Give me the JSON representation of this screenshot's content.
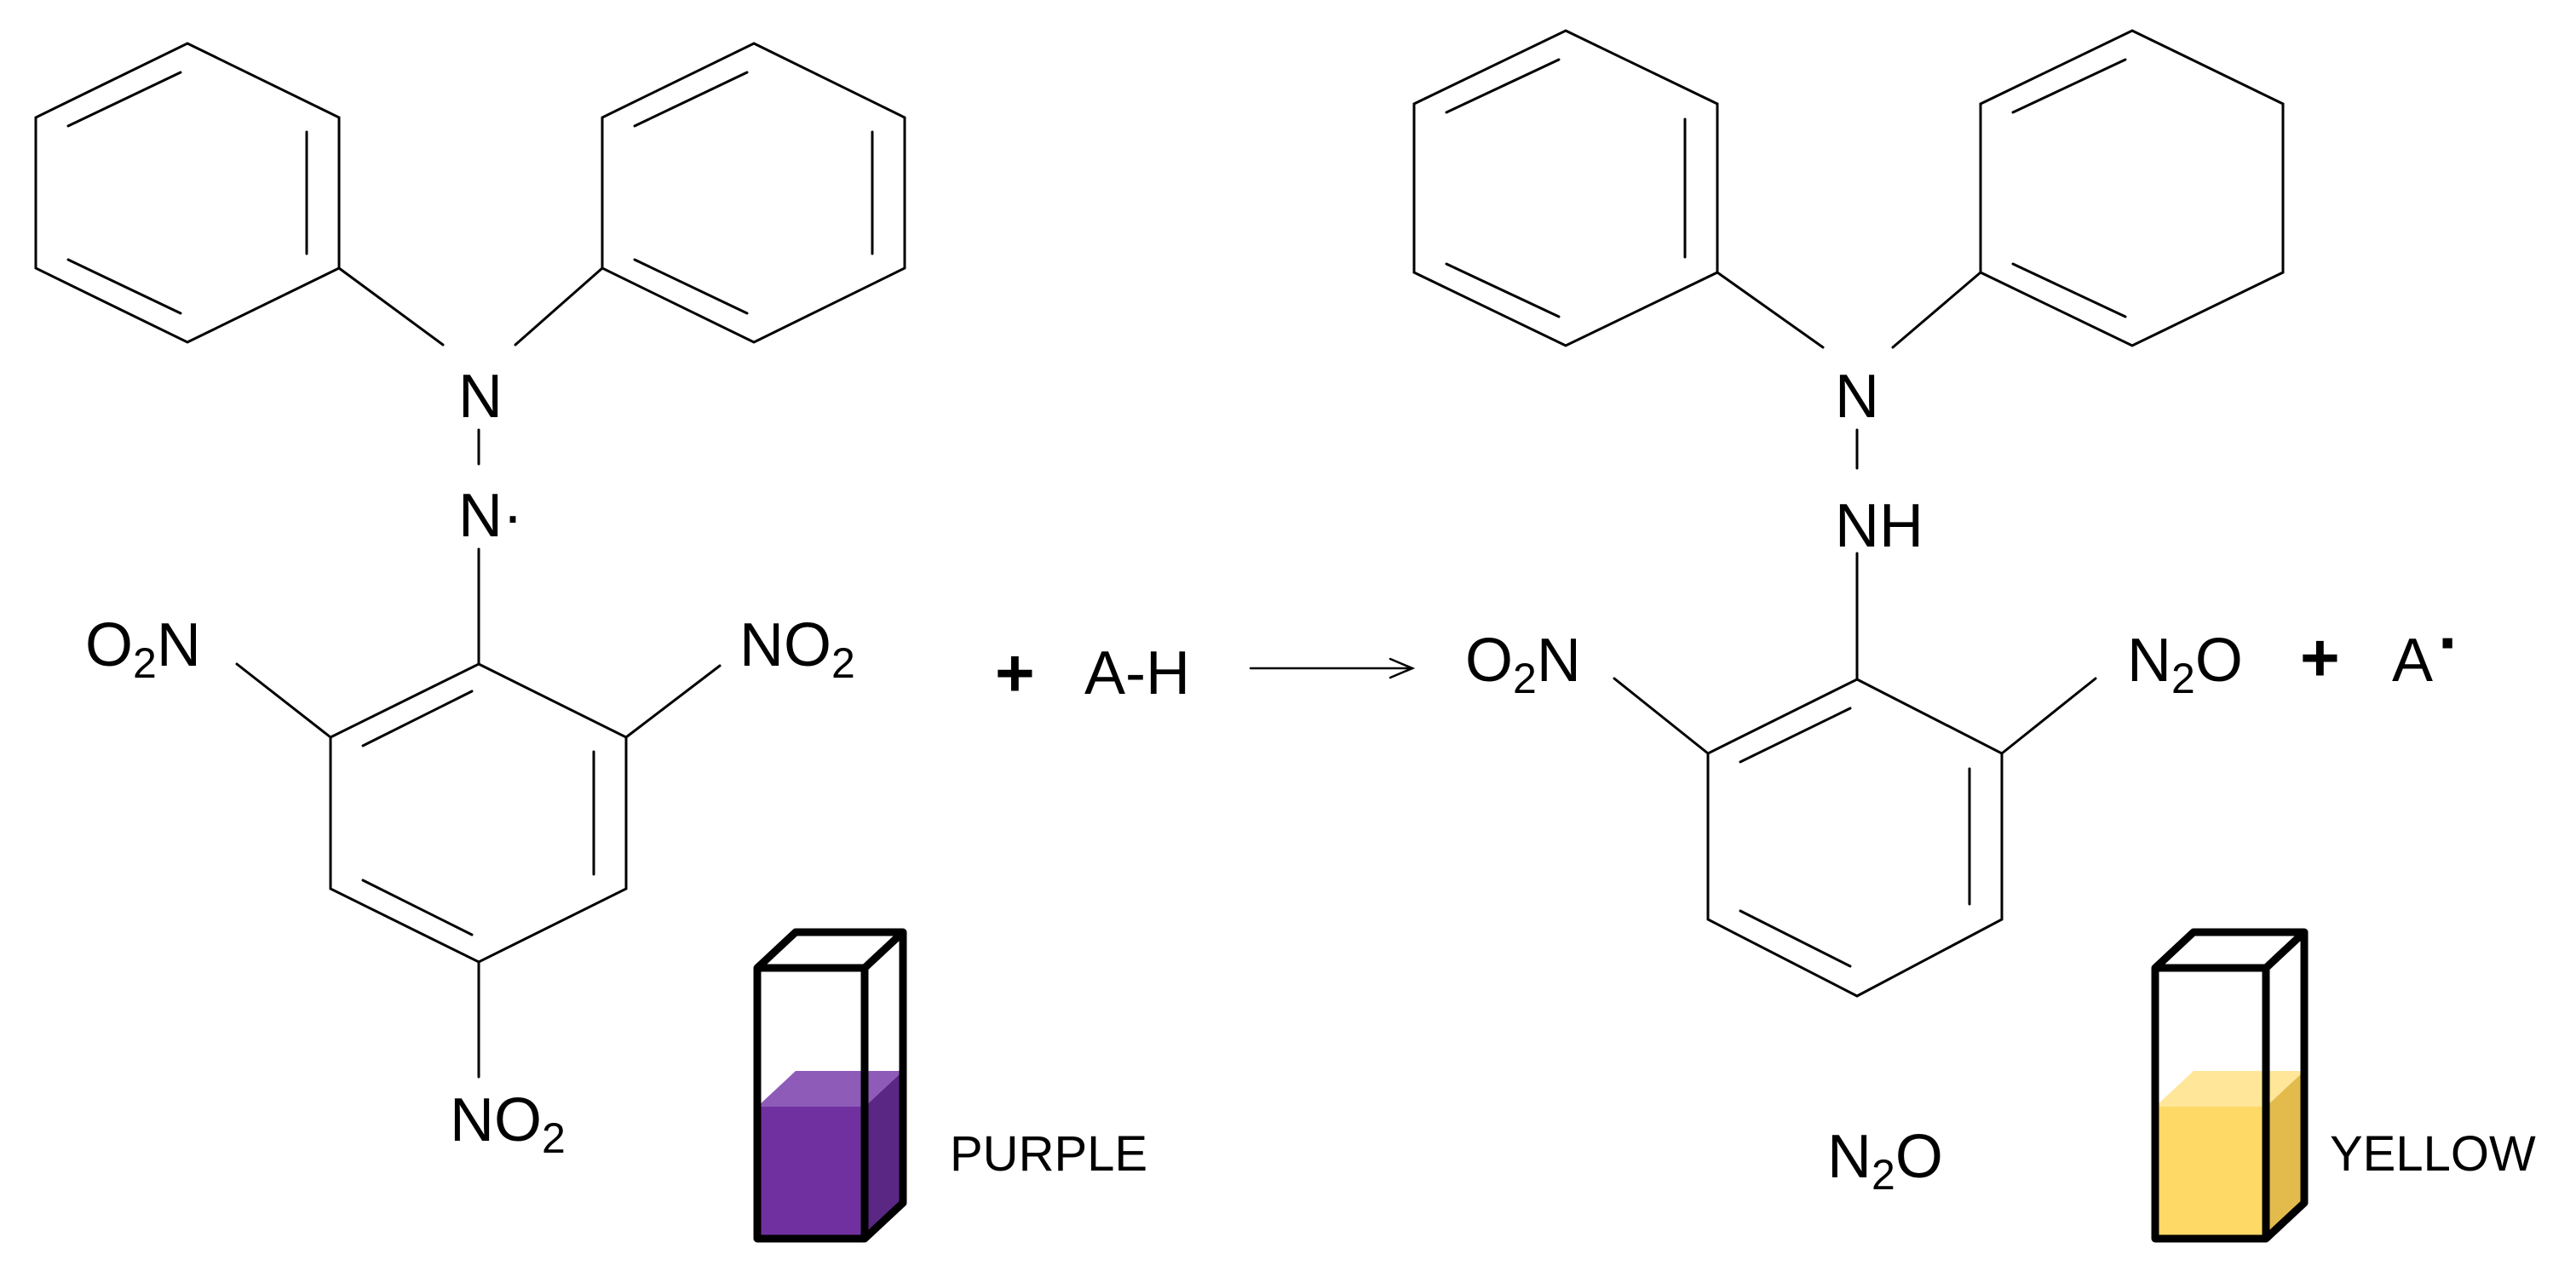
{
  "reactant": {
    "atoms": {
      "n_top": "N",
      "n_radical": "N·",
      "no2_left_main": "O",
      "no2_left_sub": "2",
      "no2_left_tail": "N",
      "no2_right_main": "NO",
      "no2_right_sub": "2",
      "no2_bottom_main": "NO",
      "no2_bottom_sub": "2"
    },
    "cuvette": {
      "label": "PURPLE",
      "color": "#7030a0",
      "color_dark": "#5a2785",
      "color_light": "#8e5bb8"
    }
  },
  "reagent": {
    "plus": "+",
    "formula": "A-H"
  },
  "product": {
    "atoms": {
      "n_top": "N",
      "nh": "NH",
      "no2_left_main": "O",
      "no2_left_sub": "2",
      "no2_left_tail": "N",
      "n2o_right_main": "N",
      "n2o_right_sub": "2",
      "n2o_right_tail": "O",
      "n2o_bottom_main": "N",
      "n2o_bottom_sub": "2",
      "n2o_bottom_tail": "O"
    },
    "cuvette": {
      "label": "YELLOW",
      "color": "#ffd966",
      "color_dark": "#e2bb4c",
      "color_light": "#ffe699"
    }
  },
  "byproduct": {
    "plus": "+",
    "radical": "A",
    "radical_dot": "·"
  }
}
